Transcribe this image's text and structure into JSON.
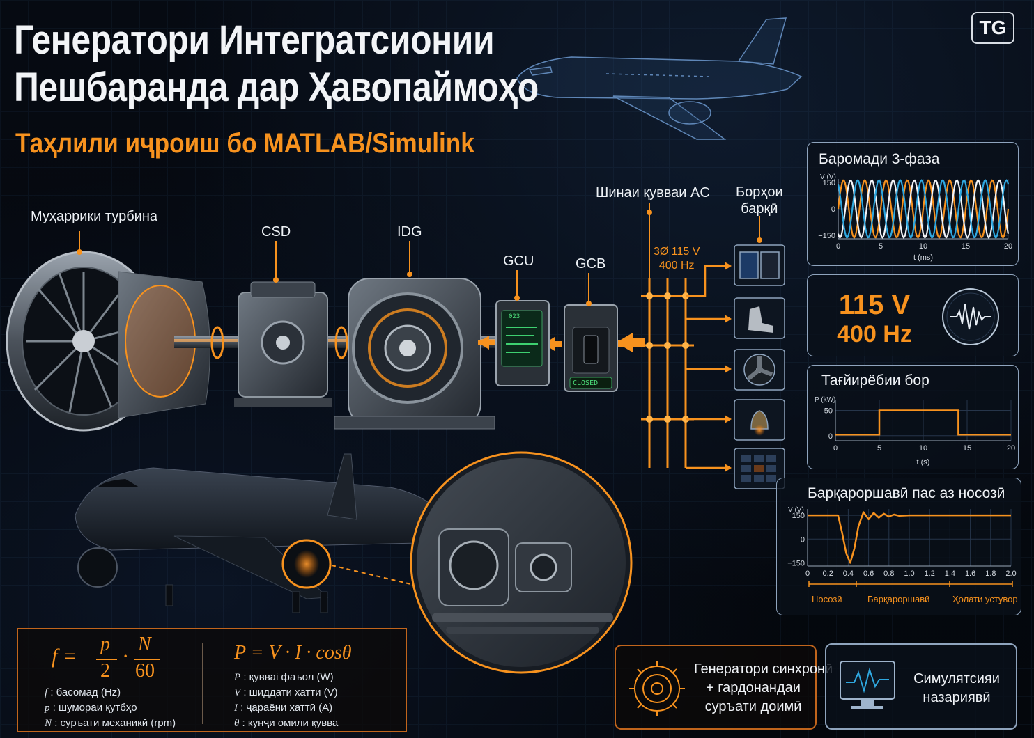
{
  "header": {
    "title_line1": "Генератори Интегратсионии",
    "title_line2": "Пешбаранда дар Ҳавопаймоҳо",
    "subtitle": "Таҳлили иҷроиш бо MATLAB/Simulink",
    "badge": "TG"
  },
  "diagram": {
    "turbine_label": "Муҳаррики турбина",
    "csd_label": "CSD",
    "idg_label": "IDG",
    "gcu_label": "GCU",
    "gcb_label": "GCB",
    "ac_bus_label": "Шинаи қувваи AC",
    "loads_label_1": "Борҳои",
    "loads_label_2": "барқӣ",
    "bus_spec_1": "3Ø 115 V",
    "bus_spec_2": "400 Hz",
    "gcb_status": "CLOSED",
    "gcu_display": "023"
  },
  "panels": {
    "three_phase": {
      "title": "Баромади 3-фаза",
      "y_unit": "V (V)",
      "x_unit": "t (ms)",
      "y_ticks": [
        "150",
        "0",
        "−150"
      ],
      "x_ticks": [
        "0",
        "5",
        "10",
        "15",
        "20"
      ]
    },
    "rating": {
      "voltage": "115 V",
      "frequency": "400 Hz"
    },
    "load_change": {
      "title": "Тағйирёбии бор",
      "y_unit": "P (kW)",
      "x_unit": "t (s)",
      "y_ticks": [
        "50",
        "0"
      ],
      "x_ticks": [
        "0",
        "5",
        "10",
        "15",
        "20"
      ]
    },
    "recovery": {
      "title": "Барқароршавӣ пас аз носозӣ",
      "y_unit": "V (V)",
      "y_ticks": [
        "150",
        "0",
        "−150"
      ],
      "x_ticks": [
        "0",
        "0.2",
        "0.4",
        "0.6",
        "0.8",
        "1.0",
        "1.2",
        "1.4",
        "1.6",
        "1.8",
        "2.0"
      ],
      "segments": [
        "Носозӣ",
        "Барқароршавӣ",
        "Ҳолати устувор"
      ]
    }
  },
  "formulas": {
    "f_lhs": "f =",
    "f_p": "p",
    "f_2": "2",
    "f_dot": "·",
    "f_N": "N",
    "f_60": "60",
    "f_lines": [
      {
        "sym": "f",
        "text": ": басомад (Hz)"
      },
      {
        "sym": "p",
        "text": ": шумораи қутбҳо"
      },
      {
        "sym": "N",
        "text": ": суръати механикӣ (rpm)"
      }
    ],
    "p_formula": "P = V · I · cosθ",
    "p_lines": [
      {
        "sym": "P",
        "text": ": қуввai фаъол (W)"
      },
      {
        "sym": "V",
        "text": ": шиддати хаттӣ (V)"
      },
      {
        "sym": "I",
        "text": ": ҷараёни хаттӣ (A)"
      },
      {
        "sym": "θ",
        "text": ": кунҷи омили қувва"
      }
    ]
  },
  "bottom": {
    "sync_1": "Генератори синхронӣ",
    "sync_2": "+ гардонандаи",
    "sync_3": "суръати доимӣ",
    "sim_1": "Симулятсияи",
    "sim_2": "назариявӣ"
  },
  "chart_data": [
    {
      "type": "line",
      "title": "Баромади 3-фаза",
      "ylabel": "V (V)",
      "xlabel": "t (ms)",
      "xlim": [
        0,
        20
      ],
      "ylim": [
        -170,
        170
      ],
      "frequency_hz": 400,
      "series": [
        {
          "color": "#f7921e",
          "amplitude": 163,
          "phase_deg": 0
        },
        {
          "color": "#f2f4f7",
          "amplitude": 163,
          "phase_deg": 120
        },
        {
          "color": "#2fa8e0",
          "amplitude": 163,
          "phase_deg": 240
        }
      ]
    },
    {
      "type": "line",
      "title": "Тағйирёбии бор",
      "ylabel": "P (kW)",
      "xlabel": "t (s)",
      "xlim": [
        0,
        20
      ],
      "ylim": [
        -10,
        70
      ],
      "x": [
        0,
        5,
        5,
        14,
        14,
        20
      ],
      "series": [
        {
          "color": "#f7921e",
          "values": [
            2,
            2,
            50,
            50,
            2,
            2
          ]
        }
      ]
    },
    {
      "type": "line",
      "title": "Барқароршавӣ пас аз носозӣ",
      "ylabel": "V (V)",
      "xlim": [
        0,
        2.0
      ],
      "ylim": [
        -170,
        190
      ],
      "x": [
        0,
        0.3,
        0.34,
        0.38,
        0.42,
        0.46,
        0.5,
        0.55,
        0.6,
        0.65,
        0.7,
        0.75,
        0.8,
        0.85,
        0.9,
        1.0,
        1.2,
        1.5,
        2.0
      ],
      "series": [
        {
          "color": "#f7921e",
          "values": [
            150,
            150,
            40,
            -90,
            -150,
            -60,
            80,
            170,
            125,
            165,
            135,
            160,
            142,
            155,
            147,
            150,
            150,
            150,
            150
          ]
        }
      ]
    }
  ]
}
